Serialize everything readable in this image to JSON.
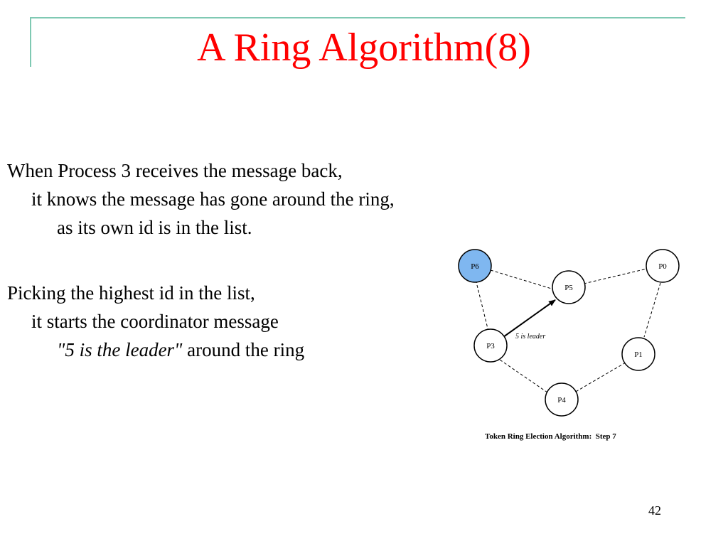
{
  "slide": {
    "title": "A Ring Algorithm(8)",
    "paragraph1": {
      "line1": "When Process 3 receives the message back,",
      "line2": "it knows the message has gone around the ring,",
      "line3": "as its own id is in the list."
    },
    "paragraph2": {
      "line1": "Picking the highest id in the list,",
      "line2": "it starts the coordinator message",
      "line3_quote": "\"5 is the leader\"",
      "line3_rest": " around the ring"
    },
    "page_number": "42"
  },
  "diagram": {
    "nodes": {
      "p6": "P6",
      "p5": "P5",
      "p0": "P0",
      "p3": "P3",
      "p1": "P1",
      "p4": "P4"
    },
    "arrow_label": "5 is leader",
    "caption": "Token Ring Election Algorithm:  Step 7",
    "highlight_color": "#7fb7f0"
  }
}
